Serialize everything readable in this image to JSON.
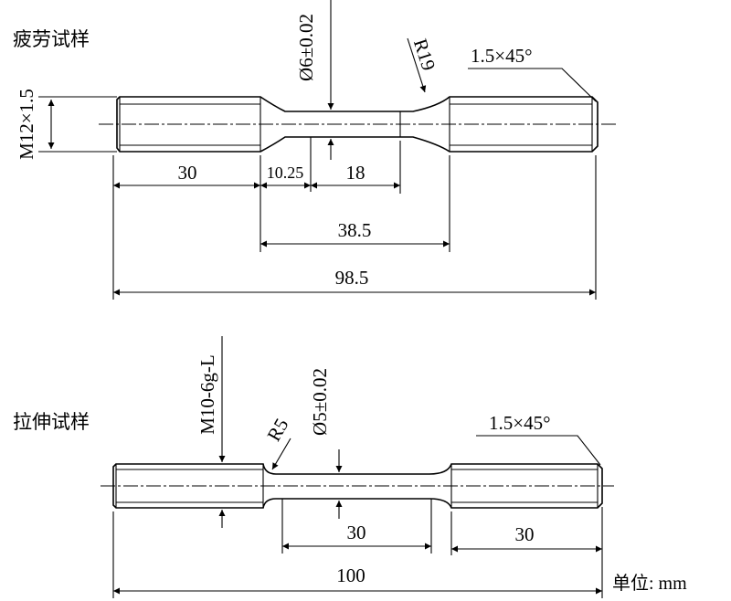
{
  "fatigue": {
    "title": "疲劳试样",
    "thread": "M12×1.5",
    "diameter": "Ø6±0.02",
    "radius": "R19",
    "chamfer": "1.5×45°",
    "dims": {
      "thread_len": "30",
      "transition": "10.25",
      "gauge": "18",
      "middle": "38.5",
      "total": "98.5"
    }
  },
  "tensile": {
    "title": "拉伸试样",
    "thread": "M10-6g-L",
    "radius": "R5",
    "diameter": "Ø5±0.02",
    "chamfer": "1.5×45°",
    "dims": {
      "gauge": "30",
      "thread_len": "30",
      "total": "100"
    }
  },
  "unit": "单位: mm"
}
